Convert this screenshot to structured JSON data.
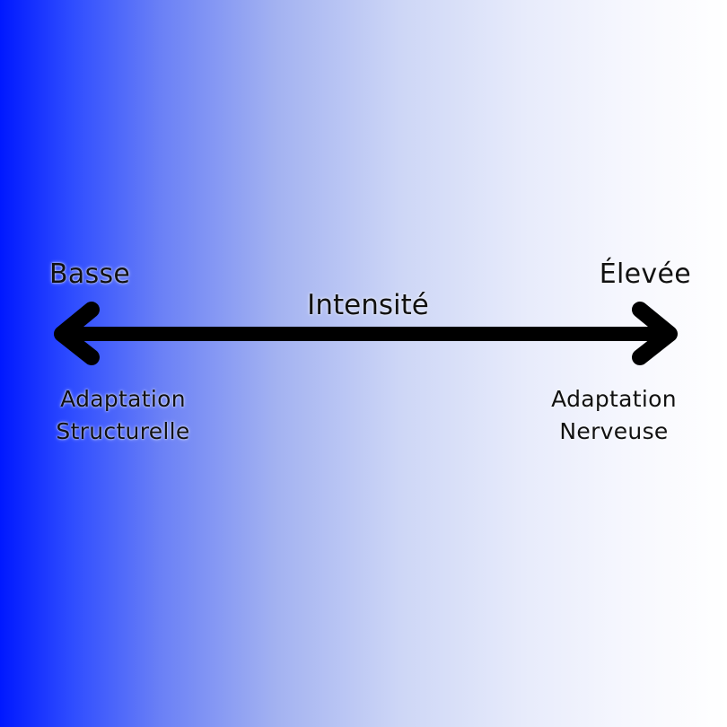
{
  "axis": {
    "title": "Intensité",
    "low_label": "Basse",
    "high_label": "Élevée"
  },
  "outcomes": {
    "low": {
      "line1": "Adaptation",
      "line2": "Structurelle"
    },
    "high": {
      "line1": "Adaptation",
      "line2": "Nerveuse"
    }
  },
  "colors": {
    "gradient_start": "#0018ff",
    "gradient_end": "#ffffff",
    "arrow": "#000000"
  }
}
